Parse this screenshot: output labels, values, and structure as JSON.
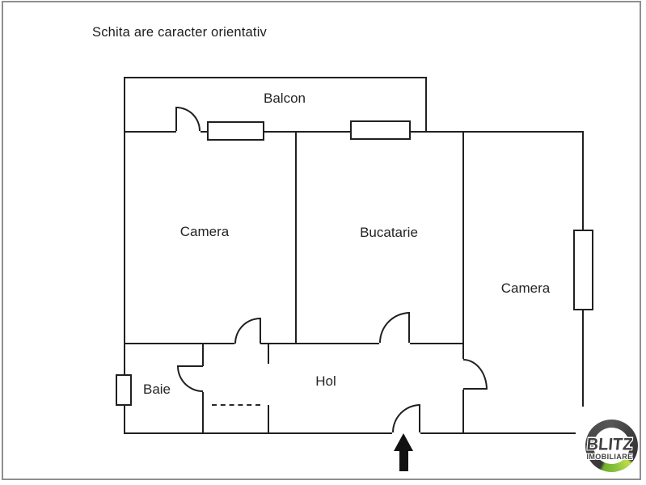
{
  "meta": {
    "disclaimer": "Schita are caracter orientativ"
  },
  "floor_plan": {
    "rooms": [
      {
        "id": "balcon",
        "label": "Balcon"
      },
      {
        "id": "camera_left",
        "label": "Camera"
      },
      {
        "id": "bucatarie",
        "label": "Bucatarie"
      },
      {
        "id": "camera_right",
        "label": "Camera"
      },
      {
        "id": "baie",
        "label": "Baie"
      },
      {
        "id": "hol",
        "label": "Hol"
      }
    ],
    "entrance": {
      "symbol": "up-arrow",
      "location": "bottom wall of Hol"
    }
  },
  "watermark": {
    "brand": "BLITZ",
    "subtitle": "IMOBILIARE",
    "ring_color": "#3d3d3d",
    "accent_green": "#8dc63f"
  },
  "colors": {
    "background": "#ffffff",
    "wall": "#202020",
    "frame": "#8f8f8f"
  }
}
